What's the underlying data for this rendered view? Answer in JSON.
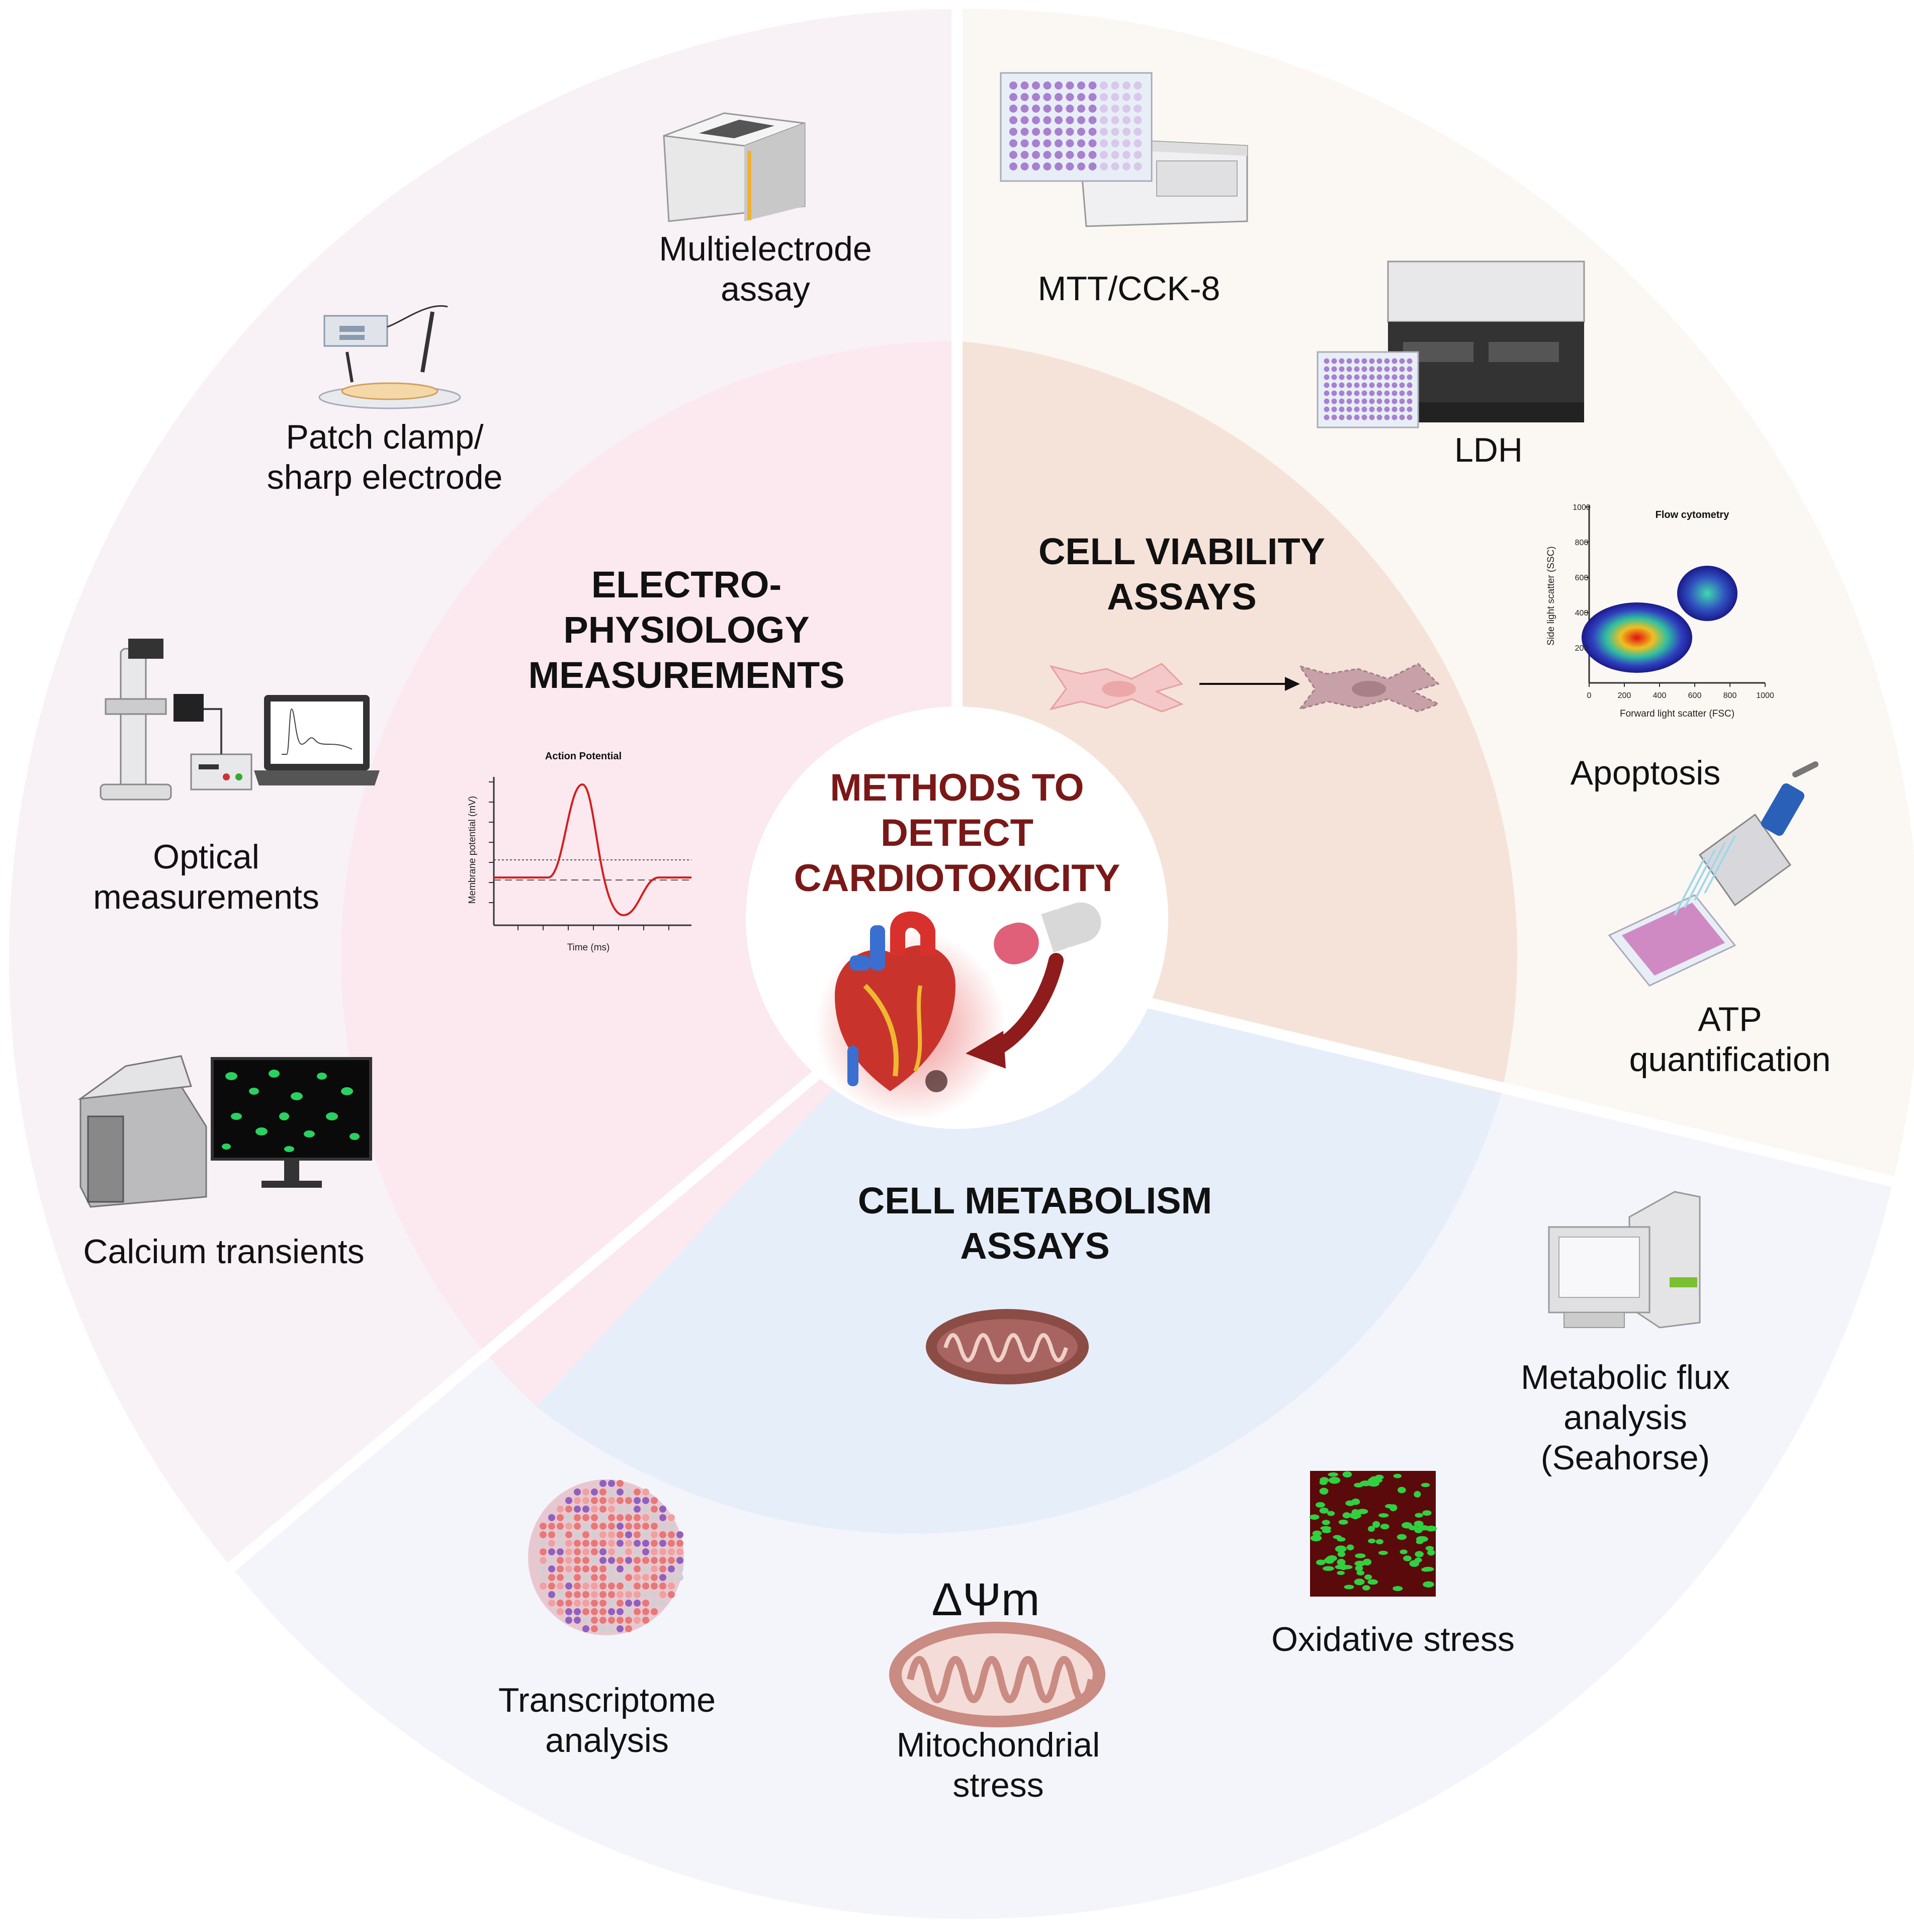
{
  "center": {
    "lines": [
      "METHODS TO",
      "DETECT",
      "CARDIOTOXICITY"
    ]
  },
  "sections": {
    "electro": [
      "ELECTRO-",
      "PHYSIOLOGY",
      "MEASUREMENTS"
    ],
    "viability": [
      "CELL VIABILITY",
      "ASSAYS"
    ],
    "metabolism": [
      "CELL METABOLISM",
      "ASSAYS"
    ]
  },
  "methods": {
    "multielectrode": [
      "Multielectrode",
      "assay"
    ],
    "patch_clamp": [
      "Patch clamp/",
      "sharp electrode"
    ],
    "optical": [
      "Optical",
      "measurements"
    ],
    "calcium": [
      "Calcium transients"
    ],
    "mtt": [
      "MTT/CCK-8"
    ],
    "ldh": [
      "LDH"
    ],
    "apoptosis": [
      "Apoptosis"
    ],
    "atp": [
      "ATP",
      "quantification"
    ],
    "seahorse": [
      "Metabolic flux",
      "analysis",
      "(Seahorse)"
    ],
    "oxidative": [
      "Oxidative stress"
    ],
    "mito": [
      "Mitochondrial",
      "stress"
    ],
    "transcriptome": [
      "Transcriptome",
      "analysis"
    ]
  },
  "symbols": {
    "delta_psi_m": "ΔΨm"
  },
  "action_potential_plot": {
    "title": "Action Potential",
    "xlabel": "Time (ms)",
    "ylabel": "Membrane potential (mV)"
  },
  "flow_plot": {
    "title": "Flow cytometry",
    "xlabel": "Forward light scatter (FSC)",
    "ylabel": "Side light scatter (SSC)",
    "xticks": [
      "0",
      "200",
      "400",
      "600",
      "800",
      "1000"
    ],
    "yticks": [
      "200",
      "400",
      "600",
      "800",
      "1000"
    ]
  },
  "colors": {
    "electro_inner": "#fbe9ef",
    "viability_inner": "#f5e3d9",
    "metabolism_inner": "#e6eefa",
    "electro_outer": "#f8f1f5",
    "viability_outer": "#fbf7f3",
    "metabolism_outer": "#f4f5fb",
    "center_text": "#7a1818"
  }
}
